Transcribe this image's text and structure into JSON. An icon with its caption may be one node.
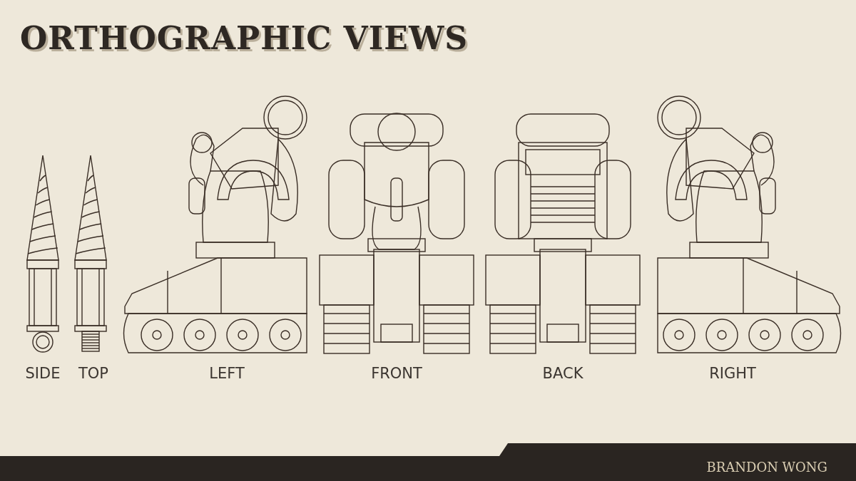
{
  "diagram": {
    "title": "ORTHOGRAPHIC VIEWS",
    "labels": [
      "SIDE",
      "TOP",
      "LEFT",
      "FRONT",
      "BACK",
      "RIGHT",
      "BRANDON WONG"
    ]
  }
}
